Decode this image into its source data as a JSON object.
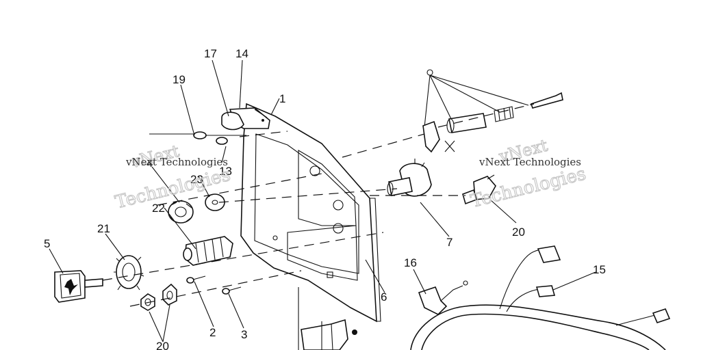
{
  "callouts": [
    "1",
    "2",
    "3",
    "4",
    "5",
    "6",
    "7",
    "13",
    "14",
    "15",
    "16",
    "17",
    "19",
    "20",
    "20",
    "20",
    "21",
    "22",
    "23"
  ],
  "watermarks": [
    {
      "line1": "vNext",
      "line2": "Technologies",
      "small": "vNext Technologies"
    },
    {
      "line1": "vNext",
      "line2": "Technologies",
      "small": "vNext Technologies"
    }
  ]
}
